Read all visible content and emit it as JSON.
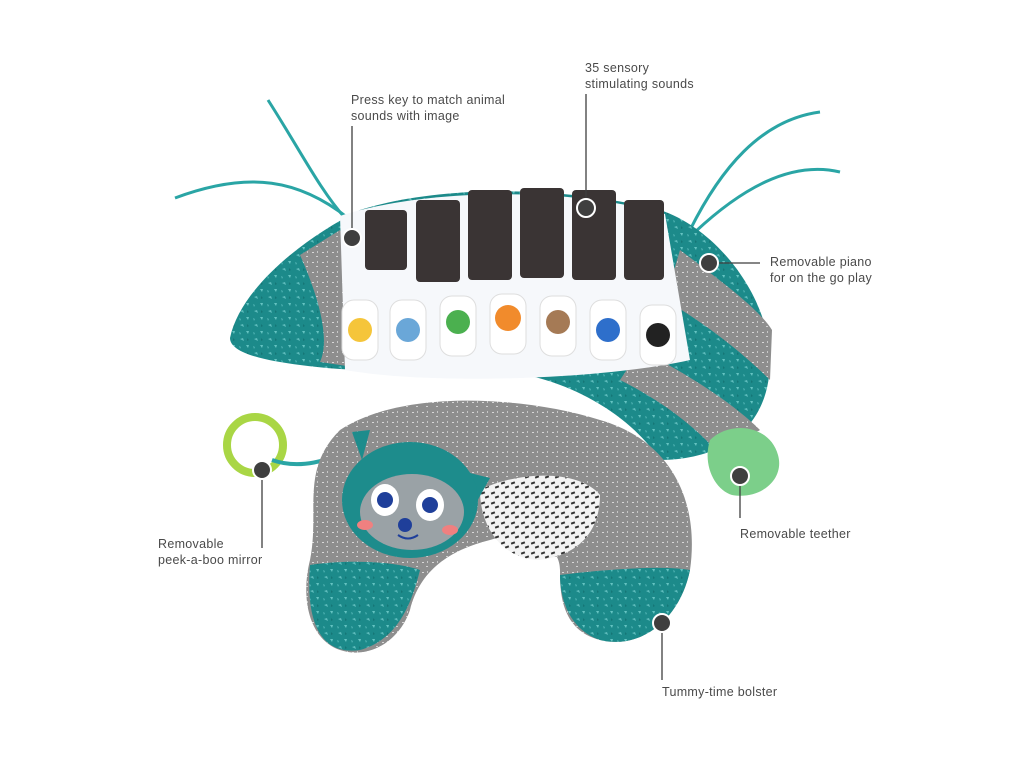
{
  "callouts": {
    "press_key": "Press key to match animal\nsounds with image",
    "sensory_sounds": "35 sensory\nstimulating sounds",
    "removable_piano": "Removable piano\nfor on the go play",
    "removable_mirror": "Removable\npeek-a-boo mirror",
    "removable_teether": "Removable teether",
    "tummy_time": "Tummy-time bolster"
  },
  "colors": {
    "teal": "#1d8c8c",
    "grey": "#8c8c8c",
    "black_key": "#3a3434",
    "callout_line": "#3f3f3f",
    "dot_fill": "#3f3f3f",
    "dot_ring": "#ffffff",
    "ribbon": "#2aa5a5",
    "teether": "#7ccf8a",
    "mirror_ring": "#a9d645"
  },
  "icons": [
    "duck-icon",
    "elephant-icon",
    "frog-icon",
    "lion-icon",
    "monkey-icon",
    "parrot-icon",
    "toucan-icon",
    "raccoon-face-icon",
    "leaf-teether-icon",
    "mirror-ring-icon"
  ]
}
